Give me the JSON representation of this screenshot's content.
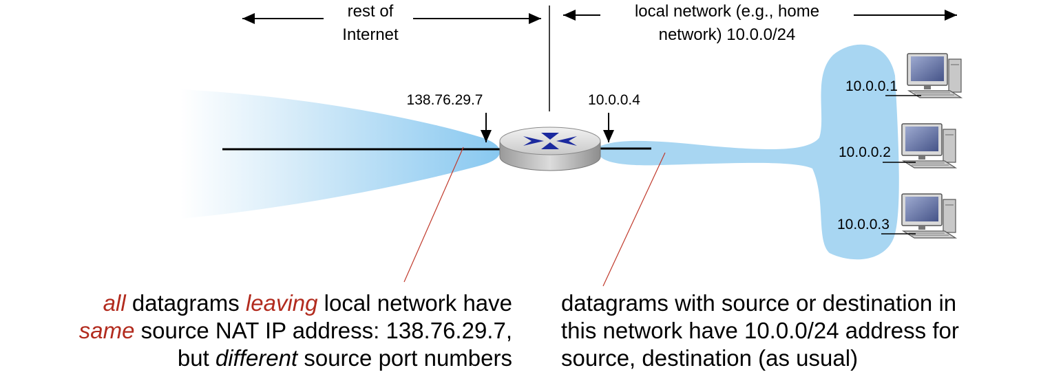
{
  "header": {
    "internet_line1": "rest of",
    "internet_line2": "Internet",
    "local_line1": "local network (e.g., home",
    "local_line2": "network) 10.0.0/24"
  },
  "router": {
    "public_ip": "138.76.29.7",
    "private_ip": "10.0.0.4"
  },
  "hosts": [
    {
      "ip": "10.0.0.1"
    },
    {
      "ip": "10.0.0.2"
    },
    {
      "ip": "10.0.0.3"
    }
  ],
  "captions": {
    "left": {
      "line1": {
        "em1": "all",
        "t1": " datagrams ",
        "em2": "leaving",
        "t2": " local network have"
      },
      "line2": {
        "em1": "same",
        "t1": " source NAT IP address: 138.76.29.7,"
      },
      "line3": {
        "t1": "but ",
        "em1": "different",
        "t2": " source port numbers"
      }
    },
    "right": {
      "line1": "datagrams with source or destination in",
      "line2": "this network have 10.0.0/24 address for",
      "line3": "source, destination (as usual)"
    }
  },
  "colors": {
    "cloud": "#a9d7f2",
    "cloud_dark": "#8ac9ee",
    "router_blue": "#1c2a9e",
    "annotation_line": "#c0392b",
    "emphasis_text": "#b22b1e"
  }
}
